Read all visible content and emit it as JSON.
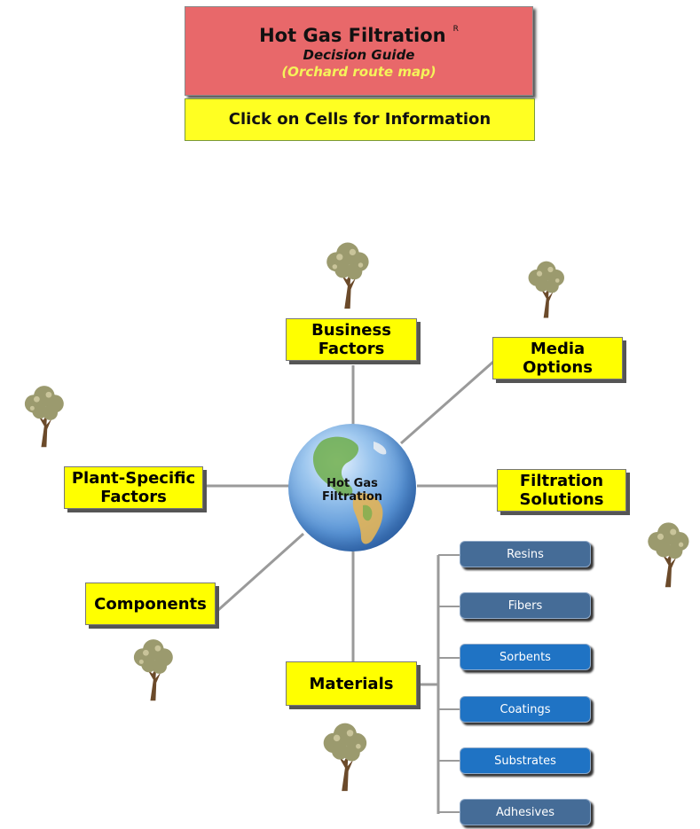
{
  "header": {
    "title": "Hot Gas Filtration",
    "title_mark": "R",
    "subtitle": "Decision Guide",
    "route": "(Orchard route map)",
    "instruction": "Click on Cells for Information"
  },
  "center": {
    "label_line1": "Hot Gas",
    "label_line2": "Filtration"
  },
  "nodes": {
    "business_line1": "Business",
    "business_line2": "Factors",
    "media_line1": "Media",
    "media_line2": "Options",
    "plant_line1": "Plant-Specific",
    "plant_line2": "Factors",
    "filtration_line1": "Filtration",
    "filtration_line2": "Solutions",
    "components": "Components",
    "materials": "Materials"
  },
  "materials": [
    {
      "label": "Resins",
      "style": "dark"
    },
    {
      "label": "Fibers",
      "style": "dark"
    },
    {
      "label": "Sorbents",
      "style": "light"
    },
    {
      "label": "Coatings",
      "style": "light"
    },
    {
      "label": "Substrates",
      "style": "light"
    },
    {
      "label": "Adhesives",
      "style": "dark"
    }
  ],
  "colors": {
    "title_bg": "#e8686a",
    "node_bg": "#ffff00",
    "material_dark": "#456c97",
    "material_light": "#1f73c4",
    "route_text": "#f5f35a"
  },
  "icons": [
    "tree-icon",
    "globe-icon"
  ]
}
